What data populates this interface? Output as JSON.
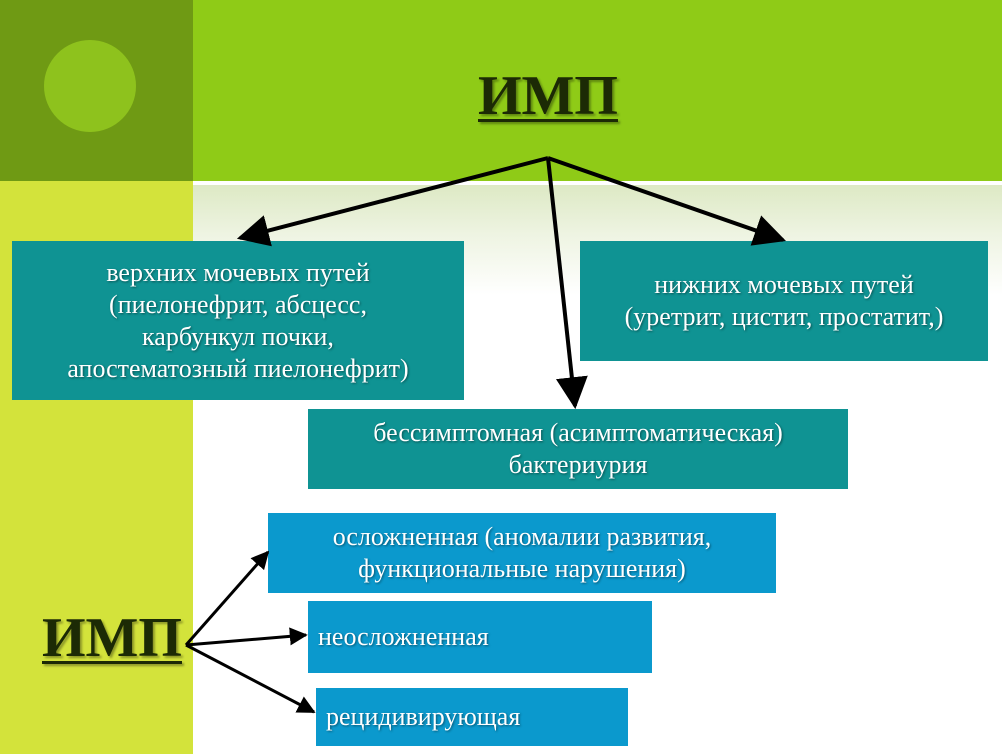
{
  "title_top": "ИМП",
  "title_bottom": "ИМП",
  "classification_by_location": {
    "upper_tract": {
      "lines": [
        "верхних мочевых путей",
        "(пиелонефрит, абсцесс,",
        "карбункул почки,",
        "апостематозный пиелонефрит)"
      ]
    },
    "lower_tract": {
      "lines": [
        "нижних мочевых путей",
        "(уретрит, цистит, простатит,)"
      ]
    },
    "asymptomatic": {
      "lines": [
        "бессимптомная (асимптоматическая)",
        "бактериурия"
      ]
    }
  },
  "classification_by_course": {
    "complicated": {
      "lines": [
        "осложненная (аномалии развития,",
        "функциональные нарушения)"
      ]
    },
    "uncomplicated": {
      "label": "неосложненная"
    },
    "recurrent": {
      "label": "рецидивирующая"
    }
  },
  "colors": {
    "teal_box": "#0f9393",
    "blue_box": "#0b99cd",
    "header_green": "#8fcb17",
    "corner_green": "#6f9a14",
    "sidebar_yellow_green": "#d3e33b",
    "arrow": "#000000"
  }
}
